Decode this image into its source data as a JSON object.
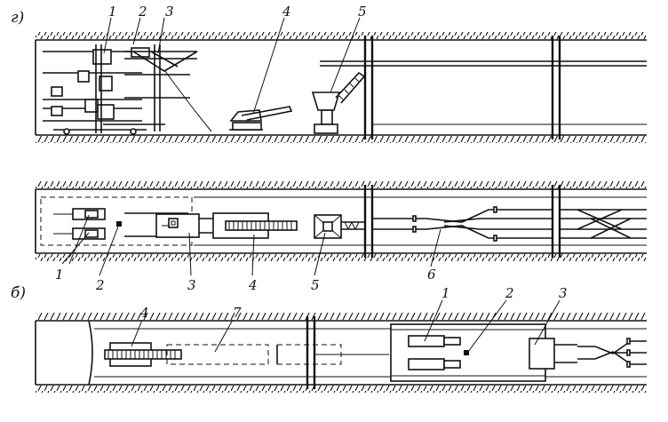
{
  "sections": {
    "a": "г)",
    "b": "б)"
  },
  "labels": {
    "a_top": [
      "1",
      "2",
      "3",
      "4",
      "5"
    ],
    "a_plan": [
      "1",
      "2",
      "3",
      "4",
      "5",
      "6"
    ],
    "b_plan": [
      "4",
      "7",
      "1",
      "2",
      "3"
    ]
  }
}
